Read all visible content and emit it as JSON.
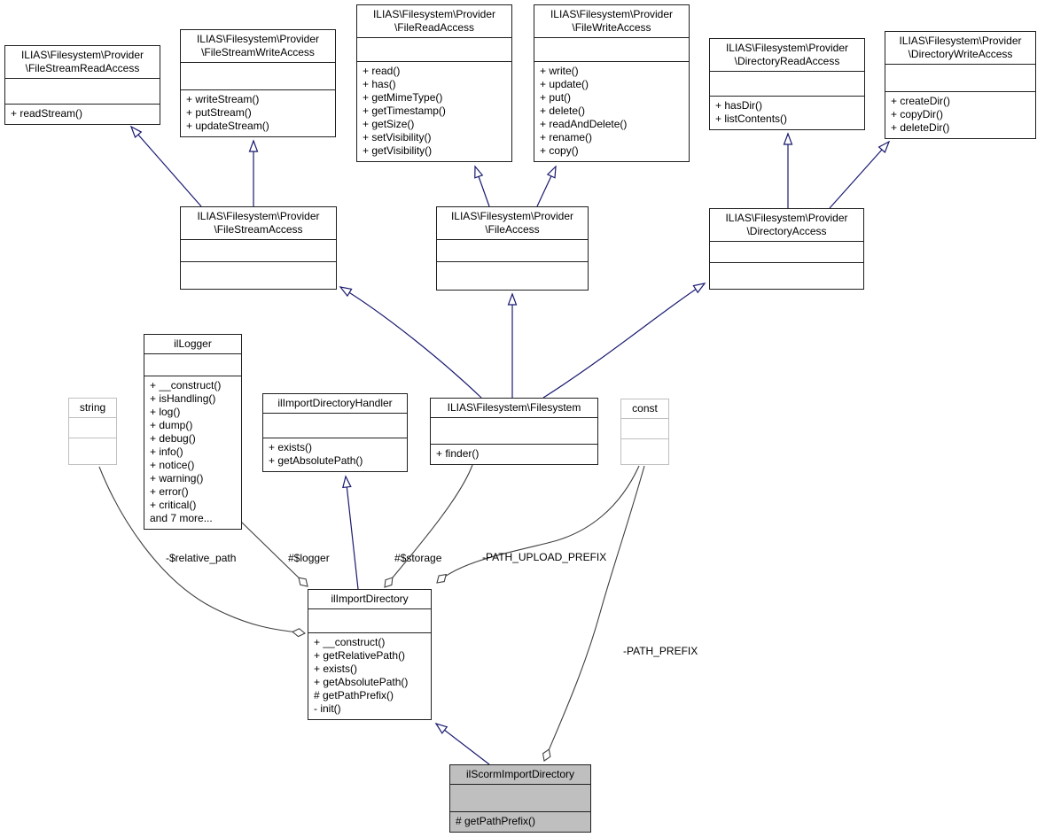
{
  "classes": {
    "fsr": {
      "title": "ILIAS\\Filesystem\\Provider\n\\FileStreamReadAccess",
      "methods": [
        "+ readStream()"
      ]
    },
    "fsw": {
      "title": "ILIAS\\Filesystem\\Provider\n\\FileStreamWriteAccess",
      "methods": [
        "+ writeStream()",
        "+ putStream()",
        "+ updateStream()"
      ]
    },
    "fra": {
      "title": "ILIAS\\Filesystem\\Provider\n\\FileReadAccess",
      "methods": [
        "+ read()",
        "+ has()",
        "+ getMimeType()",
        "+ getTimestamp()",
        "+ getSize()",
        "+ setVisibility()",
        "+ getVisibility()"
      ]
    },
    "fwa": {
      "title": "ILIAS\\Filesystem\\Provider\n\\FileWriteAccess",
      "methods": [
        "+ write()",
        "+ update()",
        "+ put()",
        "+ delete()",
        "+ readAndDelete()",
        "+ rename()",
        "+ copy()"
      ]
    },
    "dra": {
      "title": "ILIAS\\Filesystem\\Provider\n\\DirectoryReadAccess",
      "methods": [
        "+ hasDir()",
        "+ listContents()"
      ]
    },
    "dwa": {
      "title": "ILIAS\\Filesystem\\Provider\n\\DirectoryWriteAccess",
      "methods": [
        "+ createDir()",
        "+ copyDir()",
        "+ deleteDir()"
      ]
    },
    "fsa": {
      "title": "ILIAS\\Filesystem\\Provider\n\\FileStreamAccess",
      "methods": []
    },
    "fa": {
      "title": "ILIAS\\Filesystem\\Provider\n\\FileAccess",
      "methods": []
    },
    "da": {
      "title": "ILIAS\\Filesystem\\Provider\n\\DirectoryAccess",
      "methods": []
    },
    "illogger": {
      "title": "ilLogger",
      "methods": [
        "+ __construct()",
        "+ isHandling()",
        "+ log()",
        "+ dump()",
        "+ debug()",
        "+ info()",
        "+ notice()",
        "+ warning()",
        "+ error()",
        "+ critical()",
        "and 7 more..."
      ]
    },
    "string": {
      "title": "string",
      "methods": []
    },
    "handler": {
      "title": "ilImportDirectoryHandler",
      "methods": [
        "+ exists()",
        "+ getAbsolutePath()"
      ]
    },
    "filesystem": {
      "title": "ILIAS\\Filesystem\\Filesystem",
      "methods": [
        "+ finder()"
      ]
    },
    "const": {
      "title": "const",
      "methods": []
    },
    "importdir": {
      "title": "ilImportDirectory",
      "methods": [
        "+ __construct()",
        "+ getRelativePath()",
        "+ exists()",
        "+ getAbsolutePath()",
        "# getPathPrefix()",
        "- init()"
      ]
    },
    "scorm": {
      "title": "ilScormImportDirectory",
      "methods": [
        "# getPathPrefix()"
      ]
    }
  },
  "edge_labels": {
    "relative_path": "-$relative_path",
    "logger": "#$logger",
    "storage": "#$storage",
    "upload_prefix": "-PATH_UPLOAD_PREFIX",
    "path_prefix": "-PATH_PREFIX"
  },
  "colors": {
    "inheritance_edge": "#191970",
    "aggregation_edge": "#3f3f3f",
    "node_border": "#1f1f1f",
    "external_node_border": "#bfbfbf",
    "highlight_node_fill": "#bfbfbf"
  }
}
